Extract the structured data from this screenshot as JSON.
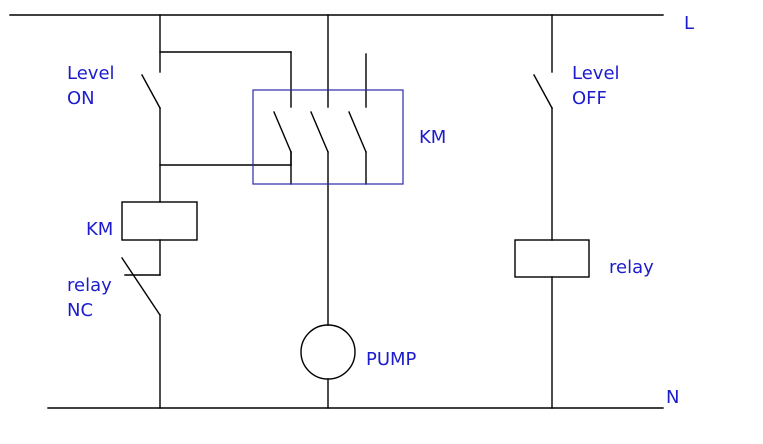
{
  "colors": {
    "wire": "#000000",
    "label": "#1c1ccc",
    "contactor_box": "#2a2aa8",
    "background": "#ffffff"
  },
  "rails": {
    "live": "L",
    "neutral": "N"
  },
  "switches": {
    "level_on": {
      "line1": "Level",
      "line2": "ON"
    },
    "level_off": {
      "line1": "Level",
      "line2": "OFF"
    },
    "relay_nc": {
      "line1": "relay",
      "line2": "NC"
    }
  },
  "coils": {
    "km_coil": "KM",
    "relay_coil": "relay"
  },
  "contactor": {
    "label": "KM"
  },
  "motor": {
    "label": "PUMP"
  }
}
